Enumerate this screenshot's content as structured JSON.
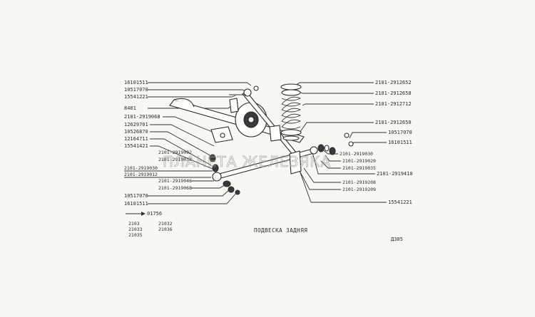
{
  "left_labels": [
    "16101511",
    "10517070",
    "15541221",
    "8401",
    "2101-2919068",
    "12629701",
    "10526870",
    "12164711",
    "15541421"
  ],
  "left_inner_labels": [
    "2101-2919092",
    "2101-2919033",
    "2101-2919030",
    "2101-2919012"
  ],
  "left_lower_labels": [
    "2101-2919046",
    "2101-2919068",
    "10517070",
    "16101511"
  ],
  "right_labels": [
    "2101-2912652",
    "2101-2912658",
    "2101-2912712",
    "2101-2912650",
    "10517070",
    "16101511",
    "2101-2919410",
    "15541221"
  ],
  "right_inner_labels": [
    "2101-2919030",
    "2101-2919020",
    "2101-2919035",
    "2101-2919208",
    "2101-2919209"
  ],
  "arrow_code": "01756",
  "models": [
    "21033",
    "21035",
    "21032",
    "21036",
    "2103"
  ],
  "title": "ПОДВЕСКА ЗАДНЯЯ",
  "page_code": "Д305",
  "watermark": "ПЛАНЕТА ЖЕЛЕЗЯКА"
}
